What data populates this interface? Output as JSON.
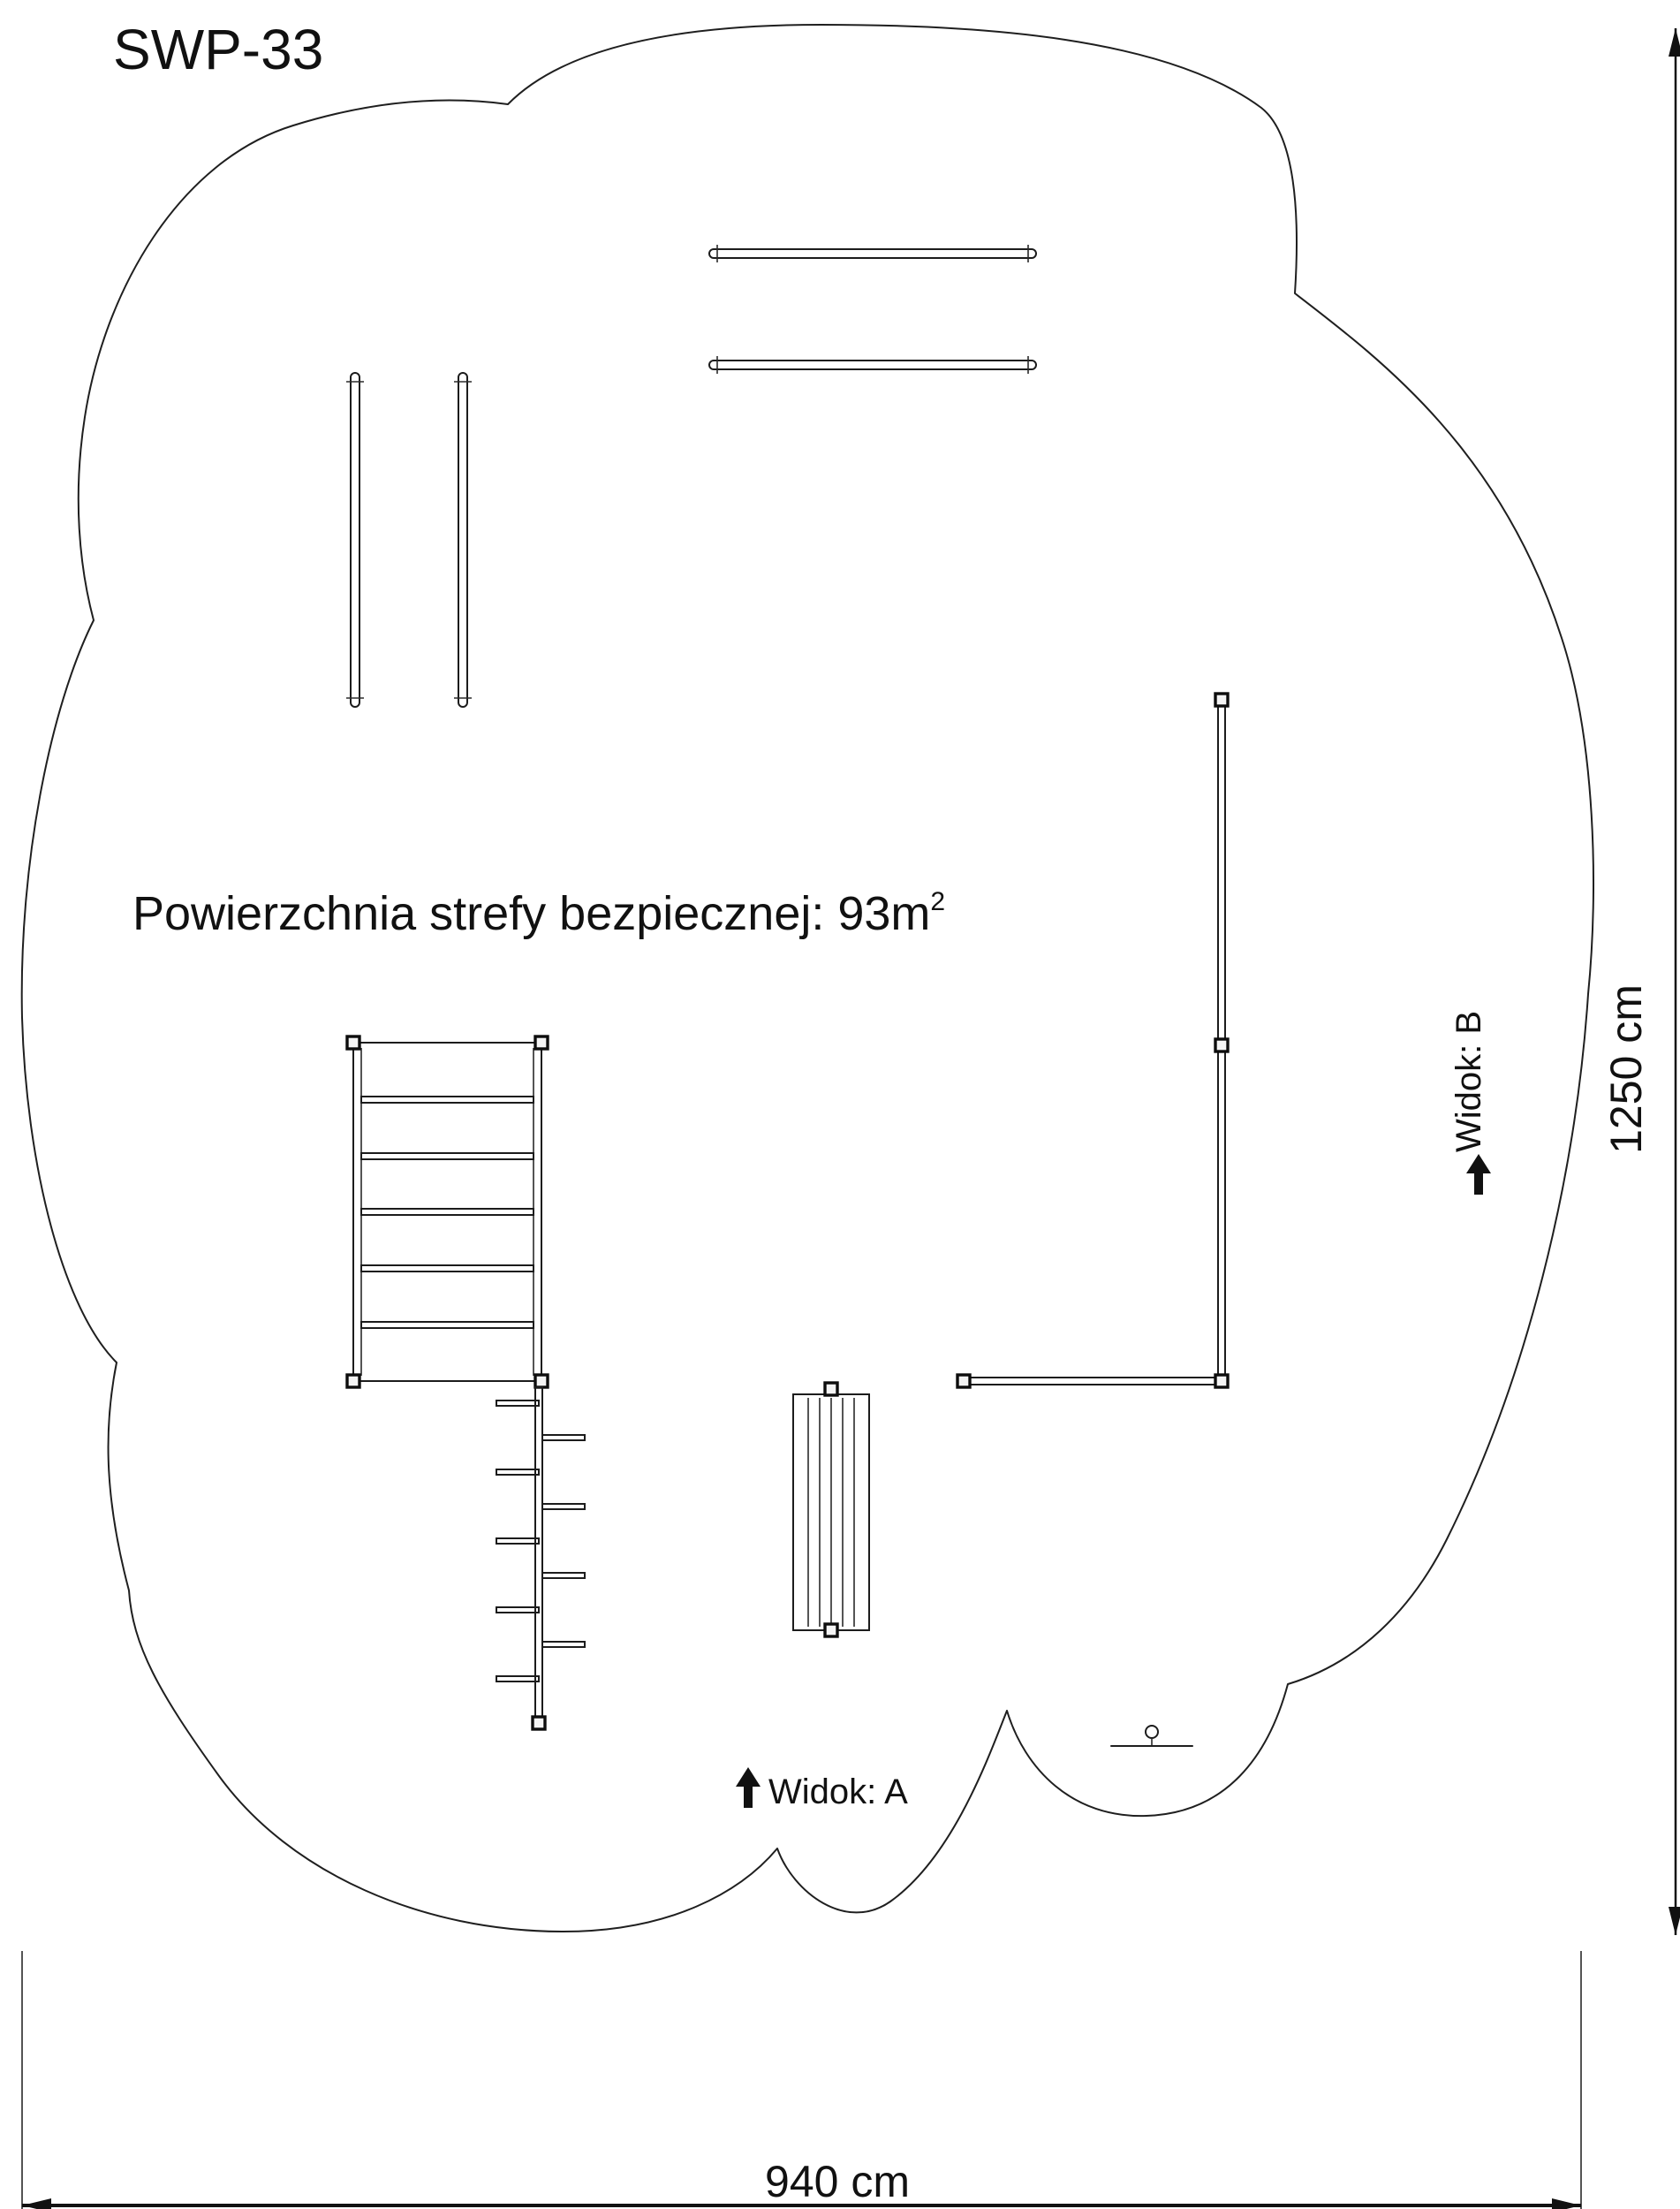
{
  "title": "SWP-33",
  "area_note": {
    "text": "Powierzchnia strefy bezpiecznej: 93m",
    "superscript": "2"
  },
  "views": {
    "a_label": "Widok: A",
    "b_label": "Widok: B"
  },
  "dimensions": {
    "width_label": "940 cm",
    "height_label": "1250 cm"
  },
  "colors": {
    "line": "#1f1f1f",
    "text": "#111111",
    "background": "#ffffff"
  },
  "icons": {
    "view_arrow": "up-arrow"
  }
}
